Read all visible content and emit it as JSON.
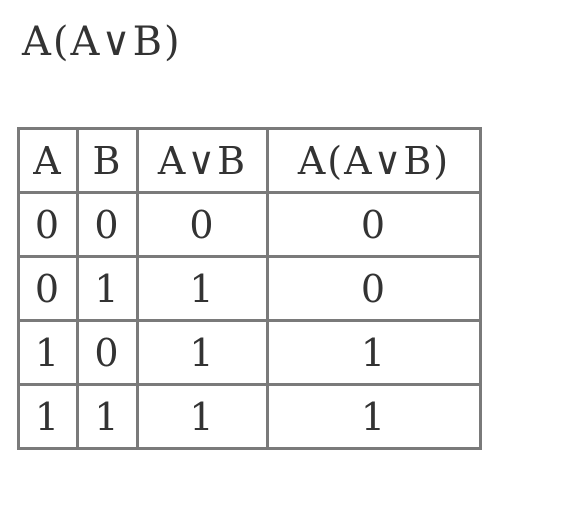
{
  "title": "A(A∨B)",
  "table": {
    "headers": [
      "A",
      "B",
      "A∨B",
      "A(A∨B)"
    ],
    "rows": [
      [
        "0",
        "0",
        "0",
        "0"
      ],
      [
        "0",
        "1",
        "1",
        "0"
      ],
      [
        "1",
        "0",
        "1",
        "1"
      ],
      [
        "1",
        "1",
        "1",
        "1"
      ]
    ]
  }
}
